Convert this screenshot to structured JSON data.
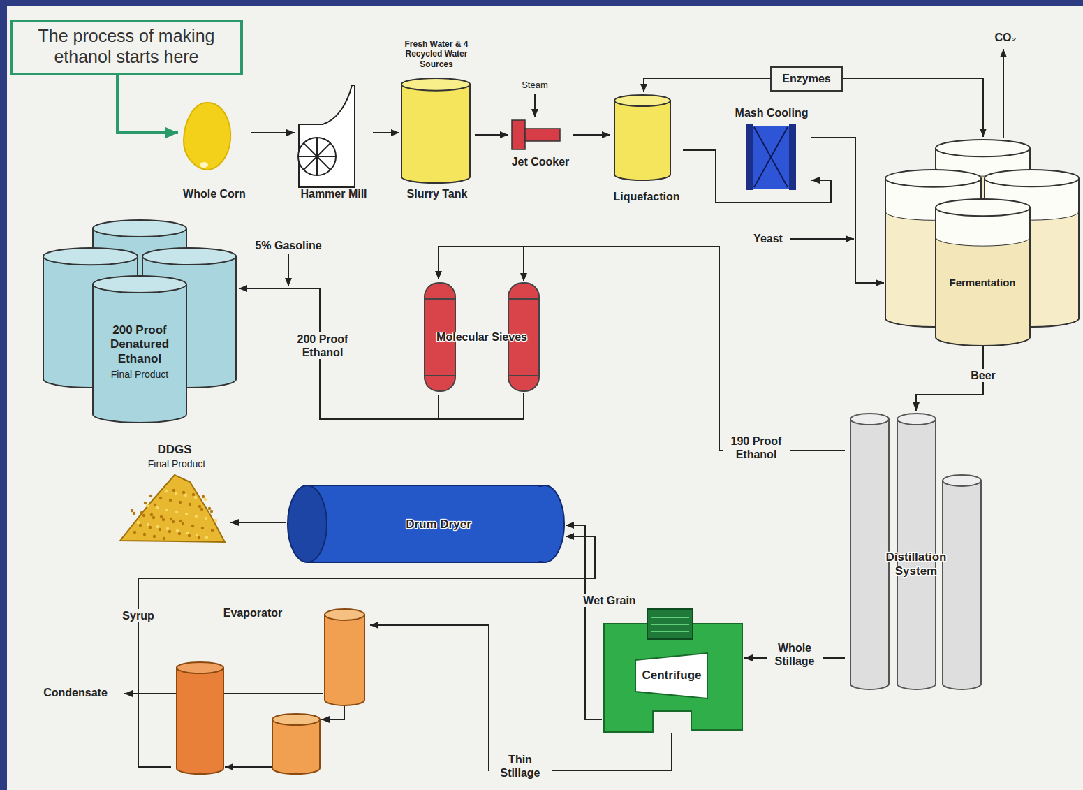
{
  "diagram": {
    "nodes": [
      {
        "text": [
          "The process of making ethanol starts here"
        ]
      },
      {
        "text": [
          "Whole Corn"
        ]
      },
      {
        "text": [
          "Hammer Mill"
        ]
      },
      {
        "text": [
          "Fresh Water & 4 Recycled Water Sources",
          "Slurry Tank"
        ]
      },
      {
        "text": [
          "Jet Cooker"
        ]
      },
      {
        "text": [
          "Enzymes"
        ]
      },
      {
        "text": [
          "Liquefaction"
        ]
      },
      {
        "text": [
          "Mash Cooling"
        ]
      },
      {
        "text": [
          "Fermentation"
        ]
      },
      {
        "text": [
          "Molecular Sieves"
        ]
      },
      {
        "text": [
          "200 Proof Denatured Ethanol",
          "Final Product"
        ]
      },
      {
        "text": [
          "Distillation System"
        ]
      },
      {
        "text": [
          "DDGS",
          "Final Product"
        ]
      },
      {
        "text": [
          "Drum Dryer"
        ]
      },
      {
        "text": [
          "Centrifuge"
        ]
      },
      {
        "text": [
          "Evaporator"
        ]
      }
    ],
    "edges": [
      {
        "from": 0,
        "to": 1,
        "arrow": "to"
      },
      {
        "from": 1,
        "to": 2,
        "arrow": "to"
      },
      {
        "from": 2,
        "to": 3,
        "arrow": "to"
      },
      {
        "from": 3,
        "to": 4,
        "arrow": "to"
      },
      {
        "from": 4,
        "to": 6,
        "arrow": "to"
      },
      {
        "from": 5,
        "to": 6,
        "arrow": "to"
      },
      {
        "from": 5,
        "to": 8,
        "arrow": "to"
      },
      {
        "from": 6,
        "to": 7,
        "arrow": "to"
      },
      {
        "from": 7,
        "to": 8,
        "arrow": "to"
      },
      {
        "from": 8,
        "to": 11,
        "label": "Beer",
        "arrow": "to"
      },
      {
        "from": 11,
        "to": 9,
        "label": "190 Proof Ethanol",
        "arrow": "to"
      },
      {
        "from": 9,
        "to": 10,
        "label": "200 Proof Ethanol",
        "arrow": "to"
      },
      {
        "from": 11,
        "to": 14,
        "label": "Whole Stillage",
        "arrow": "to"
      },
      {
        "from": 14,
        "to": 13,
        "label": "Wet Grain",
        "arrow": "to"
      },
      {
        "from": 14,
        "to": 15,
        "label": "Thin Stillage",
        "arrow": "to"
      },
      {
        "from": 15,
        "to": 13,
        "label": "Syrup",
        "arrow": "to"
      },
      {
        "from": 13,
        "to": 12,
        "arrow": "to"
      }
    ],
    "labels": [
      "Steam",
      "CO₂",
      "Yeast",
      "5% Gasoline",
      "Condensate"
    ]
  }
}
